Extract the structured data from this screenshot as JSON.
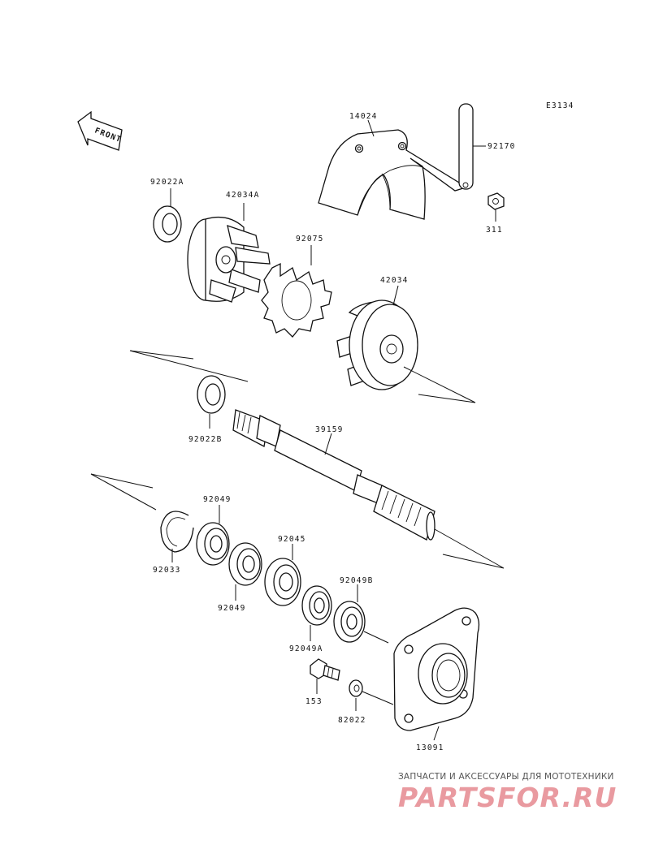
{
  "diagram_code": "E3134",
  "front_label": "FRONT",
  "parts": [
    {
      "id": "p14024",
      "number": "14024"
    },
    {
      "id": "p92170",
      "number": "92170"
    },
    {
      "id": "p311",
      "number": "311"
    },
    {
      "id": "p92022A",
      "number": "92022A"
    },
    {
      "id": "p42034A",
      "number": "42034A"
    },
    {
      "id": "p92075",
      "number": "92075"
    },
    {
      "id": "p42034",
      "number": "42034"
    },
    {
      "id": "p92022B",
      "number": "92022B"
    },
    {
      "id": "p39159",
      "number": "39159"
    },
    {
      "id": "p92049_top",
      "number": "92049"
    },
    {
      "id": "p92033",
      "number": "92033"
    },
    {
      "id": "p92049_bottom",
      "number": "92049"
    },
    {
      "id": "p92045",
      "number": "92045"
    },
    {
      "id": "p92049B",
      "number": "92049B"
    },
    {
      "id": "p92049A",
      "number": "92049A"
    },
    {
      "id": "p153",
      "number": "153"
    },
    {
      "id": "p82022",
      "number": "82022"
    },
    {
      "id": "p13091",
      "number": "13091"
    }
  ],
  "footer": {
    "tagline": "ЗАПЧАСТИ И АКСЕССУАРЫ ДЛЯ МОТОТЕХНИКИ",
    "logo": "PARTSFOR.RU"
  }
}
